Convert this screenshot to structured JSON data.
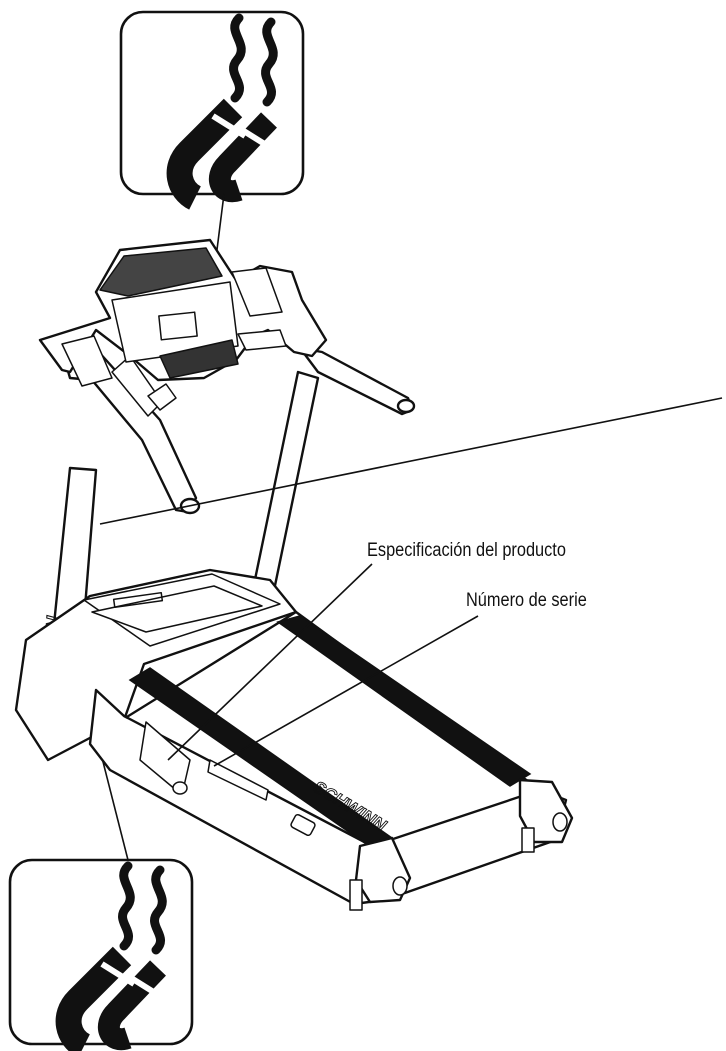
{
  "labels": {
    "product_spec": "Especificación del producto",
    "serial_number": "Número de serie"
  },
  "logo": {
    "brand": "SCHWINN"
  },
  "icons": {
    "heat_warning": "hot-surface-magnet-icon"
  }
}
